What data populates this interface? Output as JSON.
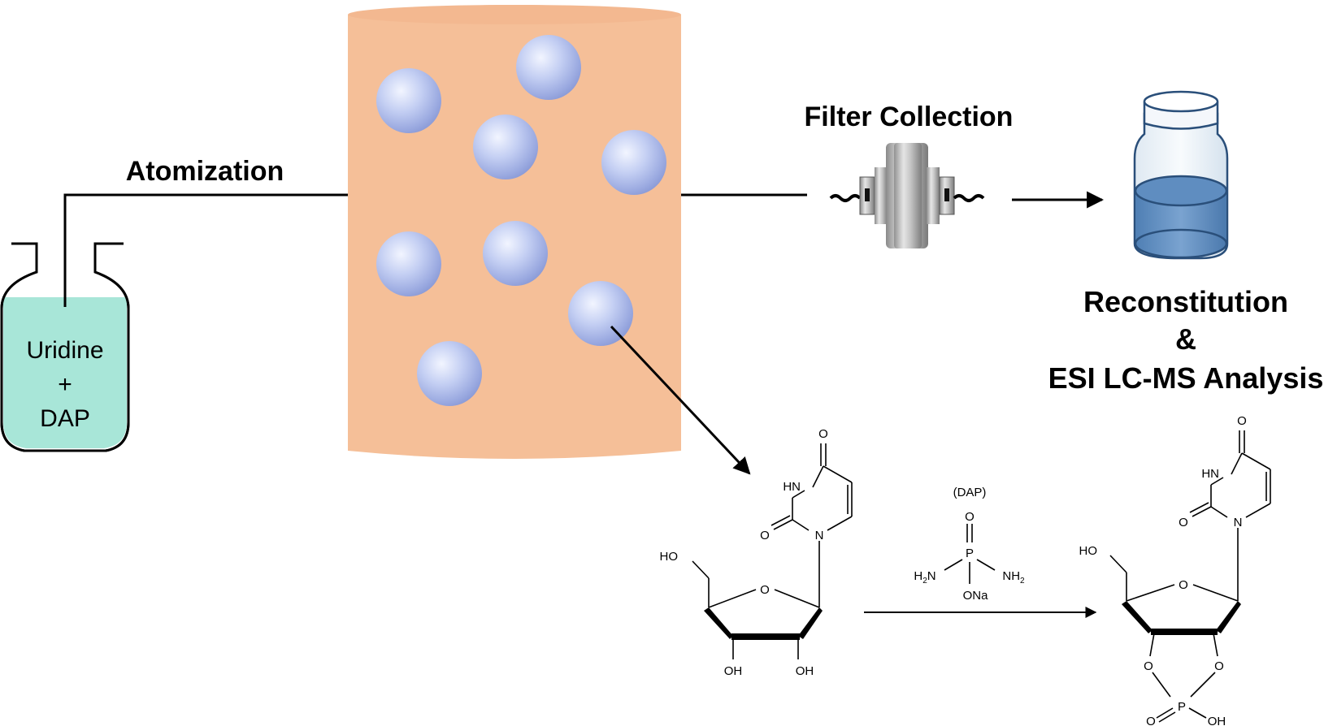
{
  "labels": {
    "atomization": "Atomization",
    "filter_collection": "Filter Collection",
    "reconstitution_line1": "Reconstitution",
    "reconstitution_line2": "&",
    "reconstitution_line3": "ESI LC-MS Analysis"
  },
  "flask": {
    "line1": "Uridine",
    "line2": "+",
    "line3": "DAP"
  },
  "reagent": {
    "name": "(DAP)",
    "P": "P",
    "O_top": "O",
    "H2N": "H",
    "H2N_sub": "2",
    "H2N_N": "N",
    "NH2": "NH",
    "NH2_sub": "2",
    "ONa": "ONa"
  },
  "uridine": {
    "O_top": "O",
    "HN": "HN",
    "O_left": "O",
    "N": "N",
    "HO": "HO",
    "O_ring": "O",
    "OH_left": "OH",
    "OH_right": "OH"
  },
  "product": {
    "O_top": "O",
    "HN": "HN",
    "O_left": "O",
    "N": "N",
    "HO": "HO",
    "O_ring": "O",
    "O_left_p": "O",
    "O_right_p": "O",
    "P": "P",
    "O_bottom": "O",
    "OH": "OH"
  },
  "colors": {
    "flask_liquid": "#a8e6d8",
    "chamber": "#f5bf98",
    "droplet": "#b8c6f0",
    "vial_liquid": "#6a98c8"
  }
}
